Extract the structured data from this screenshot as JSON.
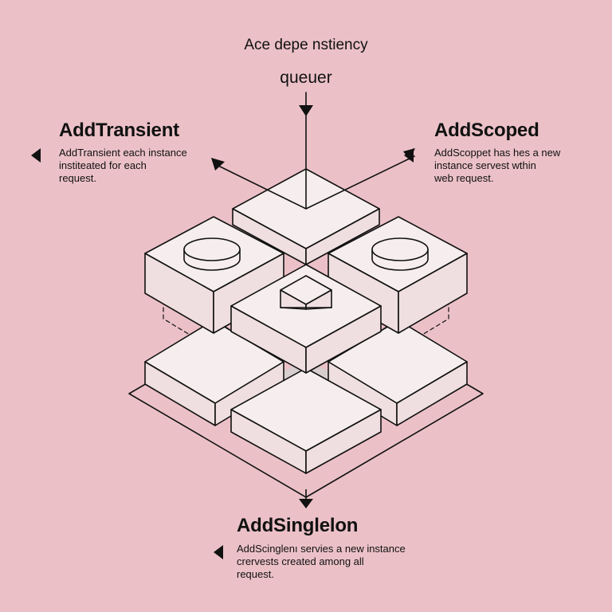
{
  "header": {
    "title_line1": "Ace depe nstiency",
    "title_line2": "queuer"
  },
  "sections": {
    "transient": {
      "heading": "AddTransient",
      "desc": [
        "AddTransient each instance",
        "institeated for each",
        "request."
      ]
    },
    "scoped": {
      "heading": "AddScoped",
      "desc": [
        "AddScoppet has hes a new",
        "instance  servest wthin",
        "web request."
      ]
    },
    "singleton": {
      "heading": "AddSinglelon",
      "desc": [
        "AddScinglenı servies a new instance",
        "crervests created among all",
        "request."
      ]
    }
  },
  "colors": {
    "background": "#ebc1c7",
    "block_top": "#f6eeee",
    "block_side": "#efdfe1",
    "ink": "#111111",
    "shadow": "#c9bfc1"
  }
}
